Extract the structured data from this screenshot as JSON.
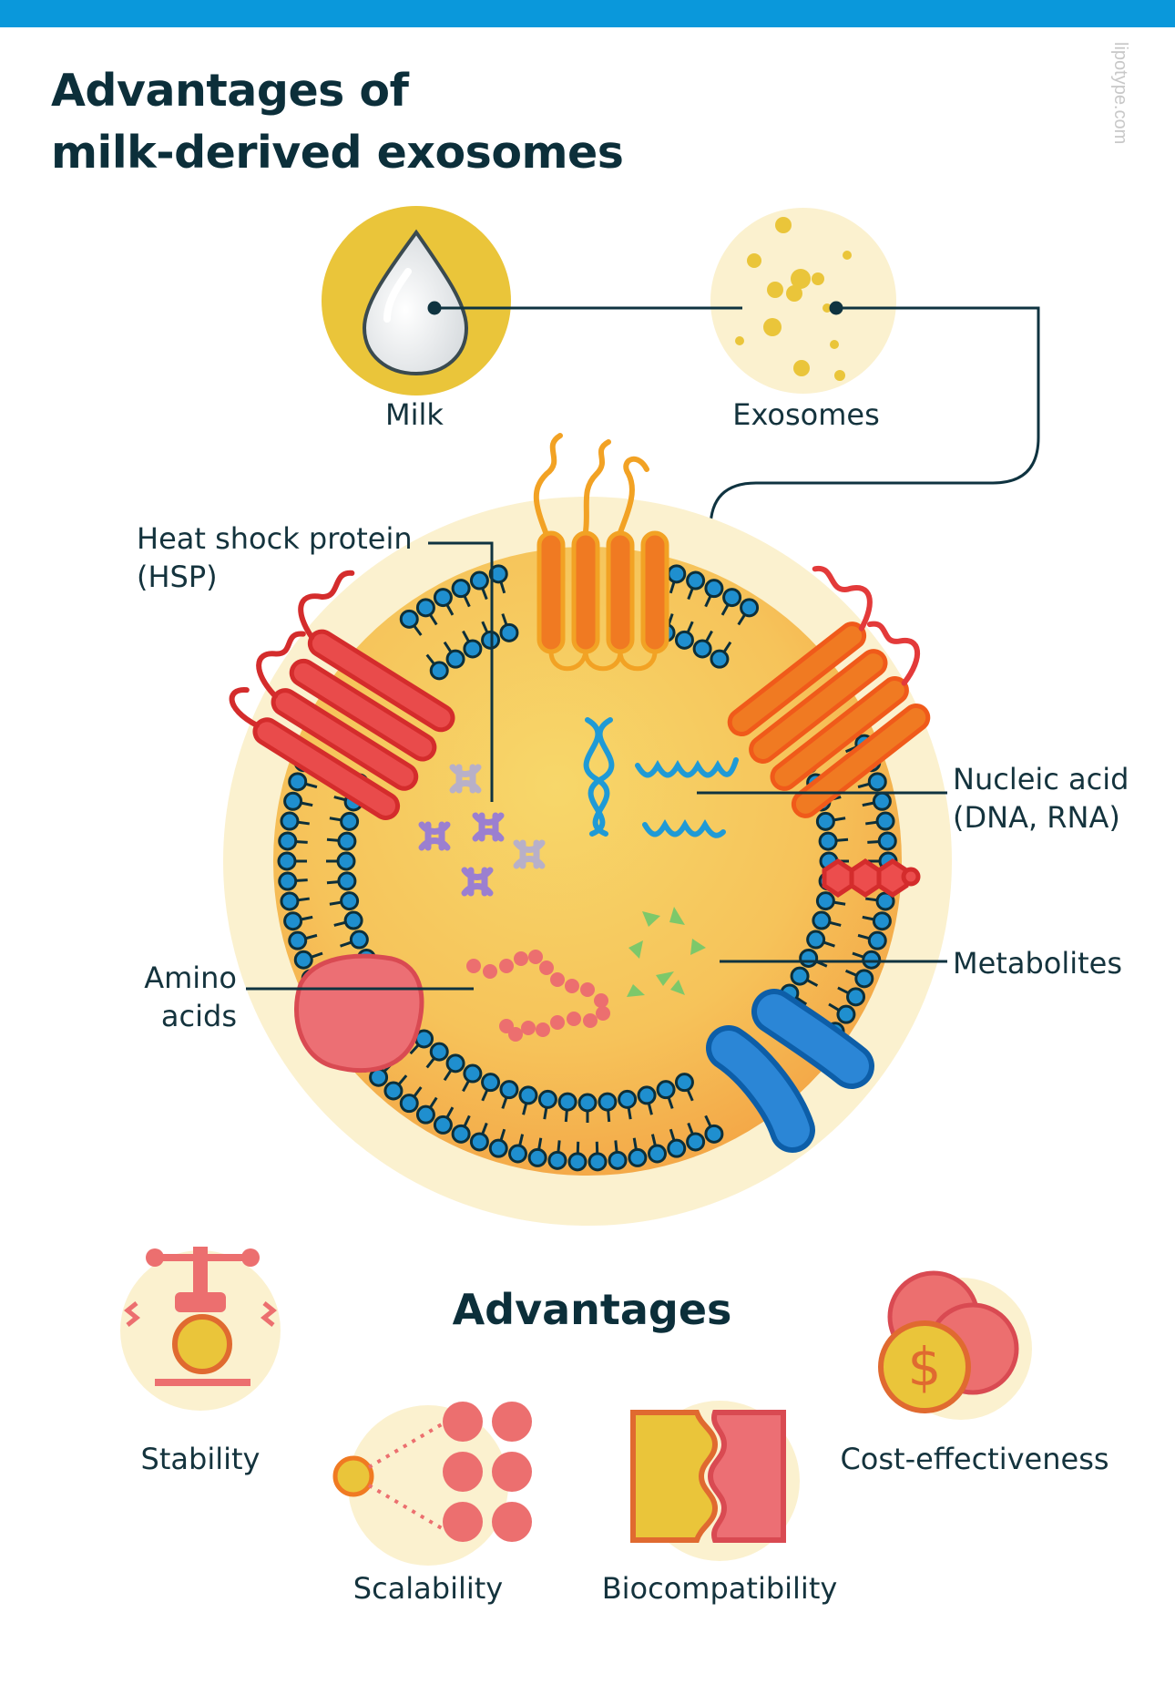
{
  "title": {
    "line1": "Advantages of",
    "line2": "milk-derived exosomes"
  },
  "watermark": "lipotype.com",
  "source": {
    "milk": "Milk",
    "exosomes": "Exosomes"
  },
  "labels": {
    "hsp_line1": "Heat shock protein",
    "hsp_line2": "(HSP)",
    "nucleic_line1": "Nucleic acid",
    "nucleic_line2": "(DNA, RNA)",
    "metabolites": "Metabolites",
    "amino_line1": "Amino",
    "amino_line2": "acids"
  },
  "advantages": {
    "title": "Advantages",
    "items": [
      "Stability",
      "Scalability",
      "Biocompatibility",
      "Cost-effectiveness"
    ]
  },
  "colors": {
    "accent_bar": "#0a98db",
    "dark": "#0c2f3a",
    "gold": "#e8c43a",
    "pale_yellow": "#fbf1cf",
    "lipid_blue": "#1f8fcf",
    "red": "#e03a3a",
    "orange": "#f07a22",
    "coral": "#ec6f6f",
    "purple": "#9b7fd0"
  },
  "icons": [
    "milk-drop-icon",
    "exosome-particles-icon",
    "stability-press-icon",
    "scalability-icon",
    "biocompatibility-icon",
    "cost-coins-icon"
  ]
}
